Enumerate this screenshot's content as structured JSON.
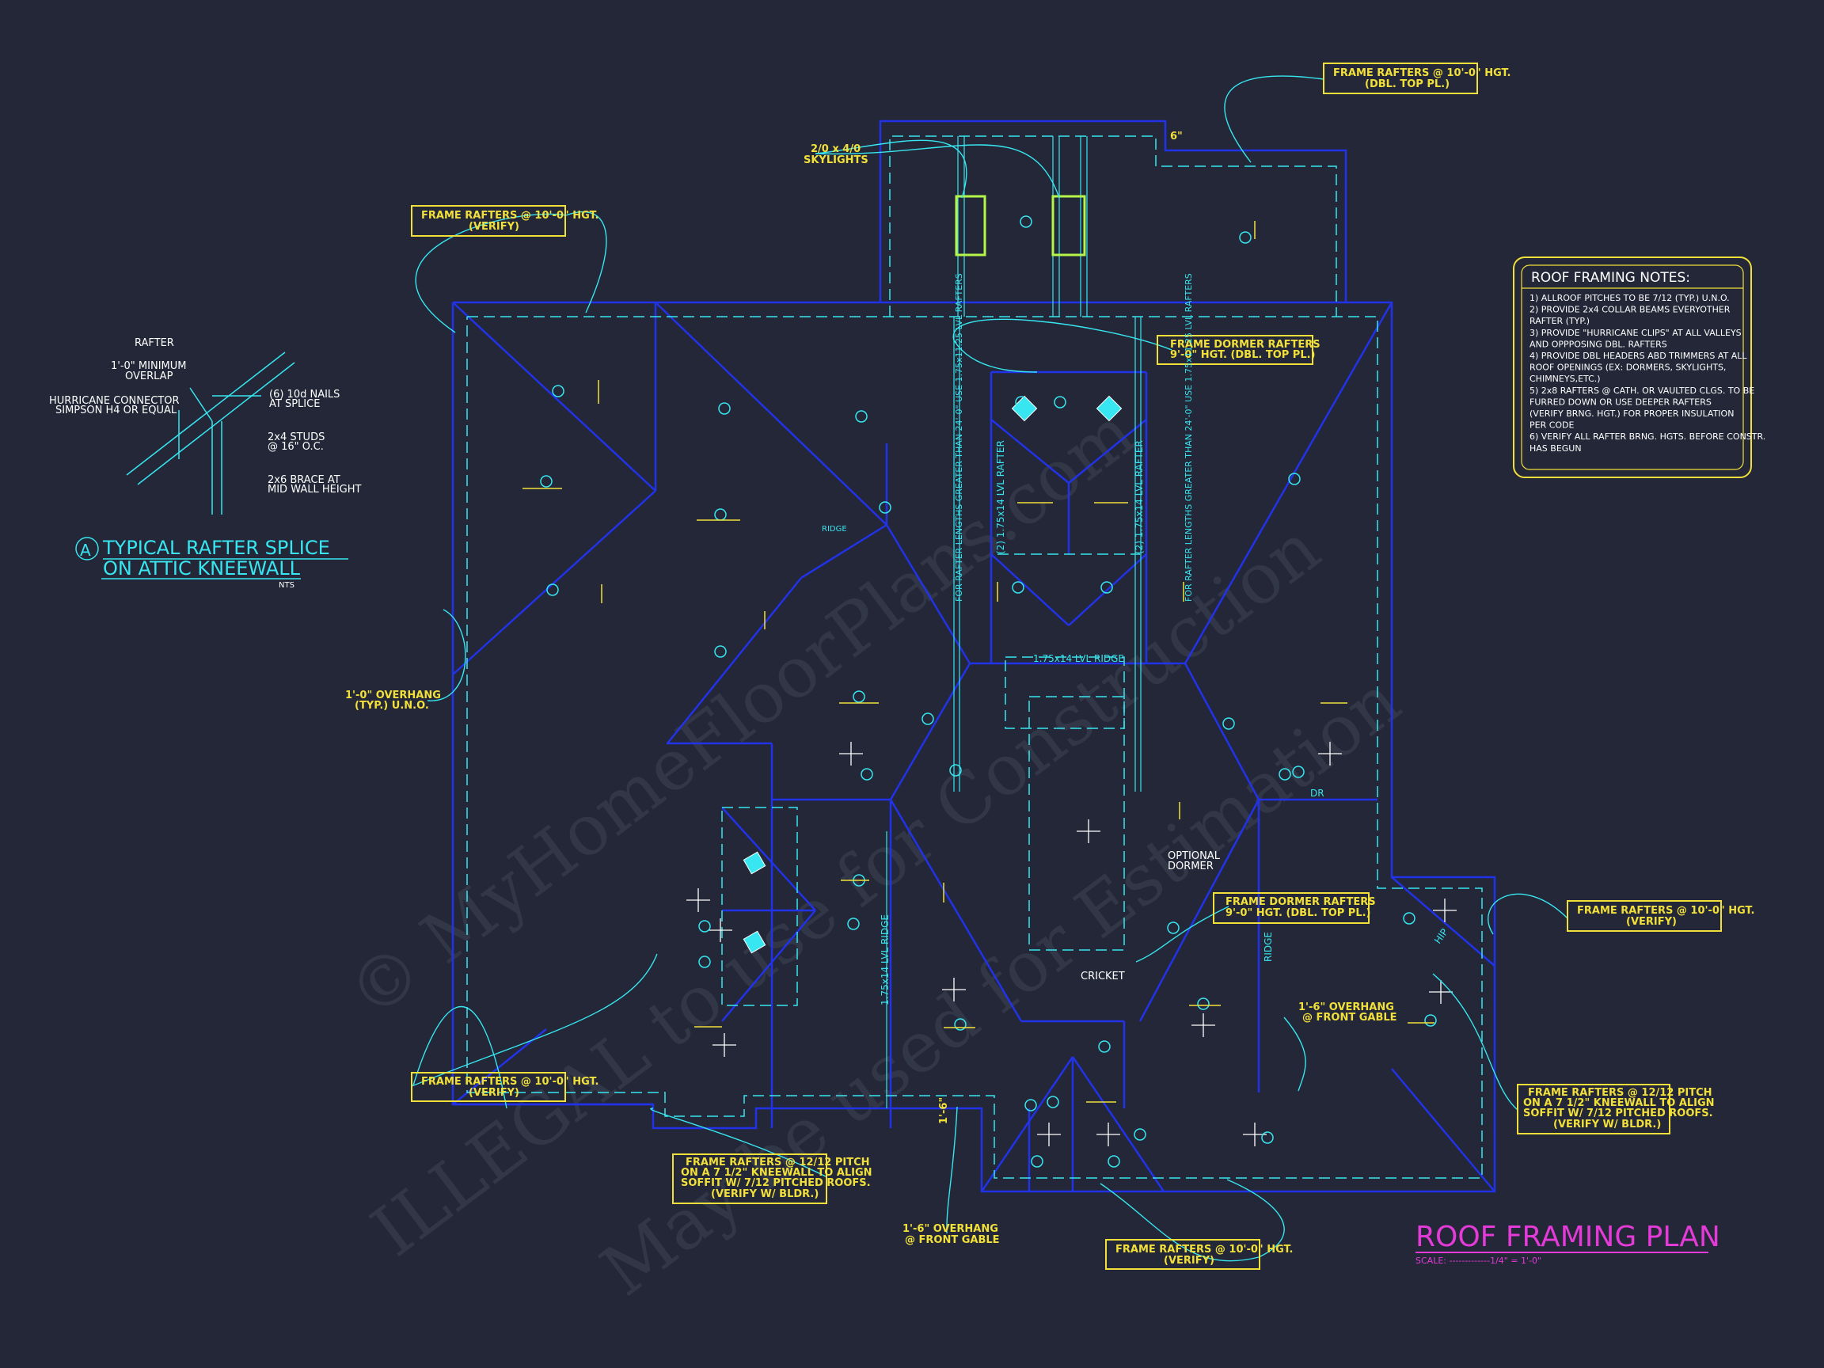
{
  "title": "ROOF FRAMING PLAN",
  "scale": "SCALE: -------------1/4\" = 1'-0\"",
  "watermark": [
    "© MyHomeFloorPlans.com",
    "ILLEGAL to use for Construction",
    "May be used for Estimation"
  ],
  "notes": {
    "title": "ROOF FRAMING NOTES:",
    "items": [
      "1) ALLROOF PITCHES TO BE  7/12 (TYP.) U.N.O.",
      "2) PROVIDE 2x4 COLLAR BEAMS EVERYOTHER",
      "    RAFTER (TYP.)",
      "3) PROVIDE \"HURRICANE CLIPS\" AT ALL VALLEYS",
      "    AND OPPPOSING DBL. RAFTERS",
      "4) PROVIDE DBL HEADERS ABD TRIMMERS AT ALL",
      "    ROOF OPENINGS (EX: DORMERS, SKYLIGHTS,",
      "    CHIMNEYS,ETC.)",
      "5) 2x8 RAFTERS @ CATH. OR VAULTED CLGS. TO BE",
      "    FURRED DOWN OR USE DEEPER RAFTERS",
      "    (VERIFY BRNG. HGT.) FOR PROPER INSULATION",
      "    PER CODE",
      "6) VERIFY ALL RAFTER BRNG. HGTS. BEFORE CONSTR.",
      "    HAS BEGUN"
    ]
  },
  "detail": {
    "title1": "TYPICAL RAFTER SPLICE",
    "title2": "ON ATTIC KNEEWALL",
    "marker": "A",
    "nts": "NTS",
    "rafter": "RAFTER",
    "overlap1": "1'-0\" MINIMUM",
    "overlap2": "OVERLAP",
    "conn1": "HURRICANE CONNECTOR",
    "conn2": "SIMPSON H4 OR EQUAL",
    "nails1": "(6) 10d NAILS",
    "nails2": "AT SPLICE",
    "studs1": "2x4 STUDS",
    "studs2": "@ 16\" O.C.",
    "brace1": "2x6 BRACE AT",
    "brace2": "MID WALL HEIGHT"
  },
  "callouts": {
    "top_right_1": "FRAME RAFTERS @ 10'-0\" HGT.",
    "top_right_2": "(DBL. TOP PL.)",
    "top_left_1": "FRAME RAFTERS @ 10'-0\" HGT.",
    "top_left_2": "(VERIFY)",
    "dormer_top_1": "FRAME DORMER RAFTERS",
    "dormer_top_2": "9'-0\" HGT. (DBL. TOP PL.)",
    "dormer_mid_1": "FRAME DORMER RAFTERS",
    "dormer_mid_2": "9'-0\" HGT. (DBL. TOP PL.)",
    "right_1": "FRAME RAFTERS @ 10'-0\" HGT.",
    "right_2": "(VERIFY)",
    "left_low_1": "FRAME RAFTERS @ 10'-0\" HGT.",
    "left_low_2": "(VERIFY)",
    "bottom_1": "FRAME RAFTERS @ 10'-0\" HGT.",
    "bottom_2": "(VERIFY)",
    "knee_left_1": "FRAME RAFTERS @ 12/12 PITCH",
    "knee_left_2": "ON A 7 1/2\" KNEEWALL TO ALIGN",
    "knee_left_3": "SOFFIT W/ 7/12 PITCHED ROOFS.",
    "knee_left_4": "(VERIFY W/ BLDR.)",
    "knee_right_1": "FRAME RAFTERS @ 12/12 PITCH",
    "knee_right_2": "ON A 7 1/2\" KNEEWALL TO ALIGN",
    "knee_right_3": "SOFFIT W/ 7/12 PITCHED ROOFS.",
    "knee_right_4": "(VERIFY W/ BLDR.)",
    "skylights_1": "2/0 x 4/0",
    "skylights_2": "SKYLIGHTS",
    "overhang_1": "1'-0\" OVERHANG",
    "overhang_2": "(TYP.) U.N.O.",
    "fg_right_1": "1'-6\" OVERHANG",
    "fg_right_2": "@ FRONT GABLE",
    "fg_bottom_1": "1'-6\" OVERHANG",
    "fg_bottom_2": "@ FRONT GABLE"
  },
  "plan_labels": {
    "ridge_top": "1.75x14 LVL RIDGE",
    "ridge_left": "1.75x14 LVL RIDGE",
    "lvl_rafter_1": "(2) 1.75x14 LVL RAFTER",
    "lvl_rafter_2": "(2) 1.75x14 LVL RAFTER",
    "note_left": "FOR RAFTER LENGTHS GREATER THAN 24'-0\" USE 1.75x11.25 LVL RAFTERS",
    "note_right": "FOR RAFTER LENGTHS GREATER THAN 24'-0\" USE 1.75x11.25 LVL RAFTERS",
    "optional_1": "OPTIONAL",
    "optional_2": "DORMER",
    "cricket": "CRICKET",
    "ridge_small": "RIDGE",
    "ridge_small2": "RIDGE",
    "dr": "DR",
    "hip": "HIP",
    "dim_6": "6\"",
    "dim_1_6": "1'-6\""
  }
}
